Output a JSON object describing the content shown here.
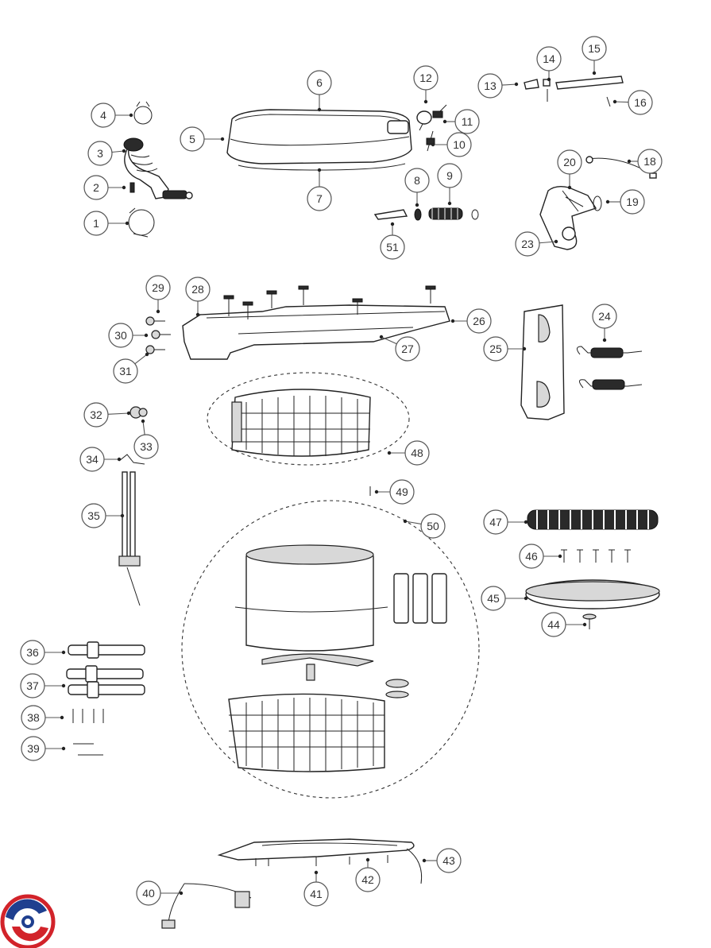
{
  "callouts": [
    "1",
    "2",
    "3",
    "4",
    "5",
    "6",
    "7",
    "8",
    "9",
    "10",
    "11",
    "12",
    "13",
    "14",
    "15",
    "16",
    "18",
    "19",
    "20",
    "23",
    "24",
    "25",
    "26",
    "27",
    "28",
    "29",
    "30",
    "31",
    "32",
    "33",
    "34",
    "35",
    "36",
    "37",
    "38",
    "39",
    "40",
    "41",
    "42",
    "43",
    "44",
    "45",
    "46",
    "47",
    "48",
    "49",
    "50",
    "51"
  ],
  "logo": {
    "colors": [
      "#1f3f8f",
      "#d2232a"
    ]
  }
}
